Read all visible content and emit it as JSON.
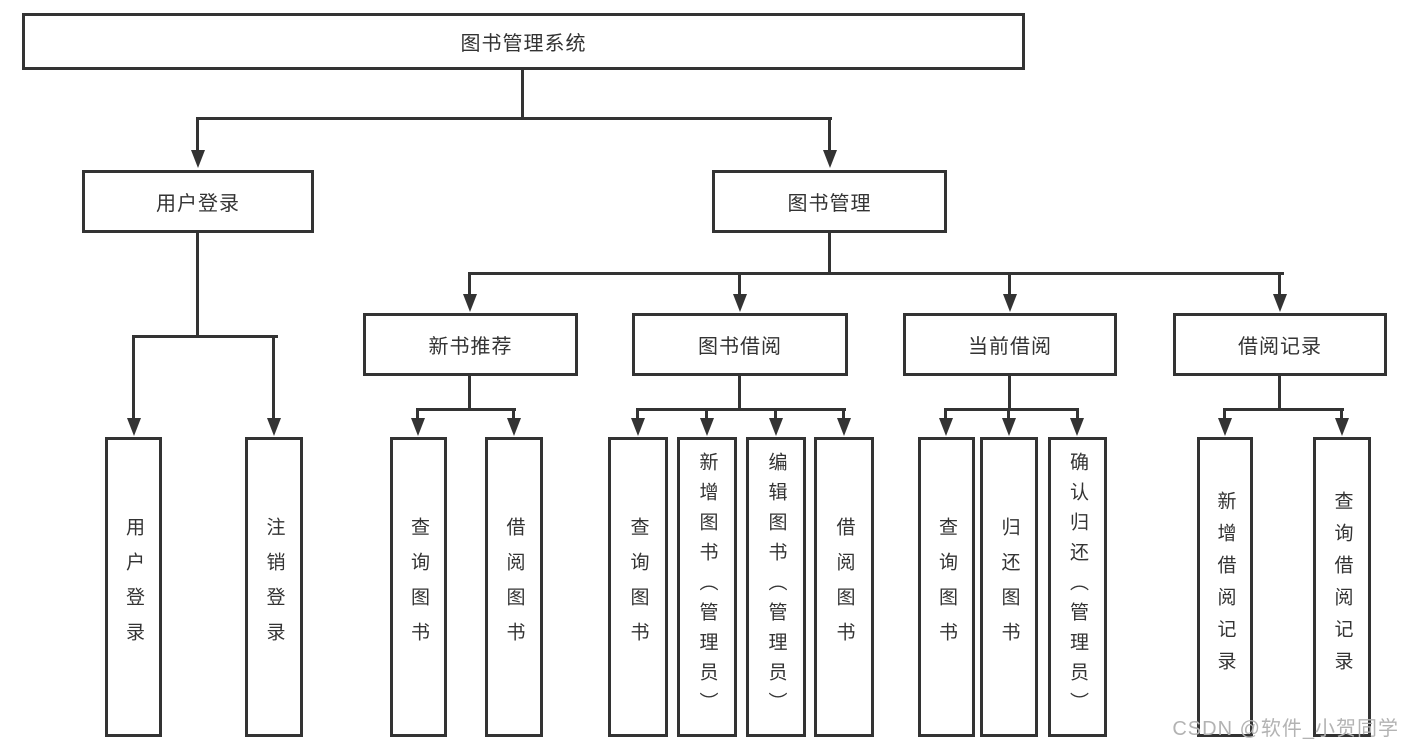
{
  "diagram": {
    "title": "图书管理系统",
    "root": {
      "label": "图书管理系统"
    },
    "level2": [
      {
        "id": "user-login",
        "label": "用户登录",
        "parent": "图书管理系统"
      },
      {
        "id": "book-management",
        "label": "图书管理",
        "parent": "图书管理系统"
      }
    ],
    "level3": [
      {
        "id": "new-book-recommend",
        "label": "新书推荐",
        "parent": "图书管理"
      },
      {
        "id": "book-borrow",
        "label": "图书借阅",
        "parent": "图书管理"
      },
      {
        "id": "current-borrow",
        "label": "当前借阅",
        "parent": "图书管理"
      },
      {
        "id": "borrow-records",
        "label": "借阅记录",
        "parent": "图书管理"
      }
    ],
    "leaves": [
      {
        "id": "user-login-leaf",
        "label": "用户登录",
        "parent": "用户登录"
      },
      {
        "id": "logout",
        "label": "注销登录",
        "parent": "用户登录"
      },
      {
        "id": "query-books-1",
        "label": "查询图书",
        "parent": "新书推荐"
      },
      {
        "id": "borrow-books-1",
        "label": "借阅图书",
        "parent": "新书推荐"
      },
      {
        "id": "query-books-2",
        "label": "查询图书",
        "parent": "图书借阅"
      },
      {
        "id": "add-book-admin",
        "label": "新增图书（管理员）",
        "parent": "图书借阅"
      },
      {
        "id": "edit-book-admin",
        "label": "编辑图书（管理员）",
        "parent": "图书借阅"
      },
      {
        "id": "borrow-books-2",
        "label": "借阅图书",
        "parent": "图书借阅"
      },
      {
        "id": "query-books-3",
        "label": "查询图书",
        "parent": "当前借阅"
      },
      {
        "id": "return-book",
        "label": "归还图书",
        "parent": "当前借阅"
      },
      {
        "id": "confirm-return-admin",
        "label": "确认归还（管理员）",
        "parent": "当前借阅"
      },
      {
        "id": "add-borrow-record",
        "label": "新增借阅记录",
        "parent": "借阅记录"
      },
      {
        "id": "query-borrow-record",
        "label": "查询借阅记录",
        "parent": "借阅记录"
      }
    ]
  },
  "watermark": "CSDN @软件_小贺同学",
  "colors": {
    "line": "#333333",
    "text": "#333333",
    "watermark": "#b3b3b3",
    "background": "#ffffff"
  }
}
